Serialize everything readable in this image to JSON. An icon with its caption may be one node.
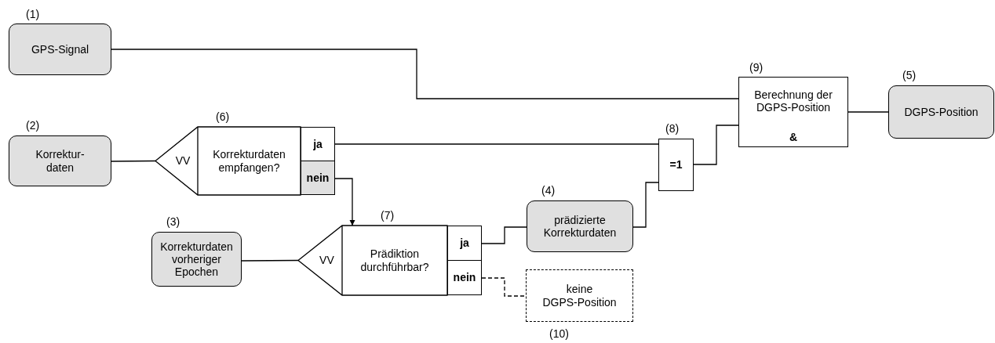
{
  "diagram": {
    "nodes": [
      {
        "text": [
          "GPS-Signal"
        ],
        "beside": [
          "(1)"
        ]
      },
      {
        "text": [
          "Korrektur- daten"
        ],
        "beside": [
          "(2)"
        ]
      },
      {
        "text": [
          "Korrekturdaten vorheriger Epochen"
        ],
        "beside": [
          "(3)"
        ]
      },
      {
        "text": [
          "prädizierte Korrekturdaten"
        ],
        "beside": [
          "(4)"
        ]
      },
      {
        "text": [
          "DGPS-Position"
        ],
        "beside": [
          "(5)"
        ]
      },
      {
        "text": [
          "VV",
          "Korrekturdaten empfangen?"
        ],
        "beside": [
          "(6)"
        ]
      },
      {
        "text": [
          "ja"
        ],
        "in": 5
      },
      {
        "text": [
          "nein"
        ],
        "in": 5
      },
      {
        "text": [
          "VV",
          "Prädiktion durchführbar?"
        ],
        "beside": [
          "(7)"
        ]
      },
      {
        "text": [
          "ja"
        ],
        "in": 8
      },
      {
        "text": [
          "nein"
        ],
        "in": 8
      },
      {
        "text": [
          "=1"
        ],
        "beside": [
          "(8)"
        ]
      },
      {
        "text": [
          "Berechnung der DGPS-Position",
          "&"
        ],
        "beside": [
          "(9)"
        ]
      },
      {
        "text": [
          "keine DGPS-Position"
        ],
        "beside": [
          "(10)"
        ]
      }
    ],
    "edges": [
      {
        "from": 0,
        "to": 12,
        "arrow": "none"
      },
      {
        "from": 1,
        "to": 5,
        "arrow": "none"
      },
      {
        "from": 6,
        "to": 11,
        "arrow": "none"
      },
      {
        "from": 7,
        "to": 8,
        "arrow": "to"
      },
      {
        "from": 2,
        "to": 8,
        "arrow": "none"
      },
      {
        "from": 9,
        "to": 3,
        "arrow": "none"
      },
      {
        "from": 3,
        "to": 11,
        "arrow": "none"
      },
      {
        "from": 11,
        "to": 12,
        "arrow": "none"
      },
      {
        "from": 12,
        "to": 4,
        "arrow": "none"
      },
      {
        "from": 10,
        "to": 13,
        "arrow": "none",
        "style": "dashed"
      }
    ]
  }
}
